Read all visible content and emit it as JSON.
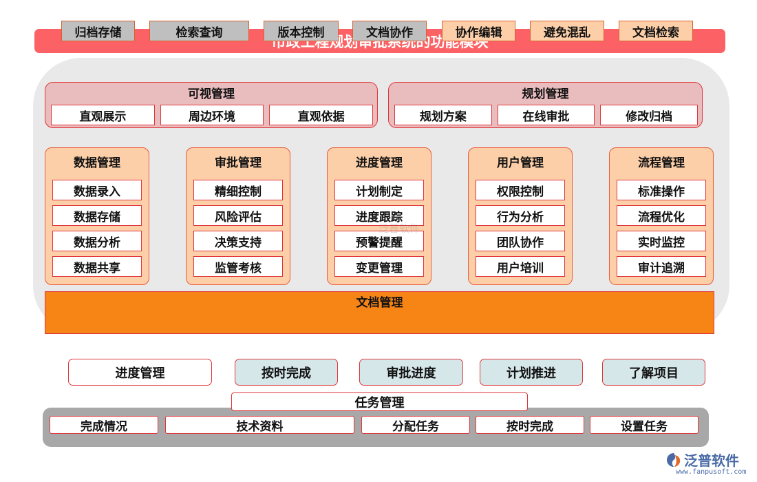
{
  "title": "市政工程规划审批系统的功能模块",
  "visual_management": {
    "title": "可视管理",
    "items": [
      "直观展示",
      "周边环境",
      "直观依据"
    ]
  },
  "planning_management": {
    "title": "规划管理",
    "items": [
      "规划方案",
      "在线审批",
      "修改归档"
    ]
  },
  "columns": [
    {
      "title": "数据管理",
      "items": [
        "数据录入",
        "数据存储",
        "数据分析",
        "数据共享"
      ]
    },
    {
      "title": "审批管理",
      "items": [
        "精细控制",
        "风险评估",
        "决策支持",
        "监管考核"
      ]
    },
    {
      "title": "进度管理",
      "items": [
        "计划制定",
        "进度跟踪",
        "预警提醒",
        "变更管理"
      ]
    },
    {
      "title": "用户管理",
      "items": [
        "权限控制",
        "行为分析",
        "团队协作",
        "用户培训"
      ]
    },
    {
      "title": "流程管理",
      "items": [
        "标准操作",
        "流程优化",
        "实时监控",
        "审计追溯"
      ]
    }
  ],
  "document_management": {
    "title": "文档管理",
    "items": [
      "归档存储",
      "检索查询",
      "版本控制",
      "文档协作",
      "协作编辑",
      "避免混乱",
      "文档检索"
    ]
  },
  "progress_row": [
    "进度管理",
    "按时完成",
    "审批进度",
    "计划推进",
    "了解项目"
  ],
  "task_management": {
    "title": "任务管理",
    "items": [
      "完成情况",
      "技术资料",
      "分配任务",
      "按时完成",
      "设置任务"
    ]
  },
  "watermark": "泛普软件",
  "logo": {
    "name": "泛普软件",
    "url": "www.fanpusoft.com",
    "color": "#4a6ba6"
  },
  "colors": {
    "title_bar": "#fc6265",
    "top_panels": "#e9bcbe",
    "columns": "#fccfa9",
    "document_panel": "#f78516",
    "document_gray": "#bfbfbf",
    "progress_blue": "#d6e7ea",
    "task_panel": "#a8a8a8",
    "border_red": "#e0363a"
  }
}
